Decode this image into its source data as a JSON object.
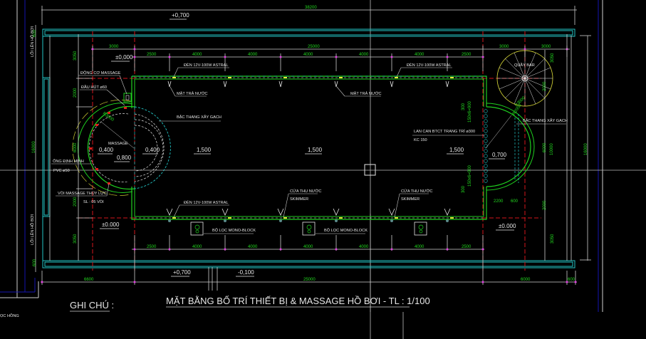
{
  "drawing": {
    "title": "MẶT BẰNG BỐ TRÍ THIẾT BỊ & MASSAGE HỒ BƠI - TL : 1/100",
    "notes_label": "GHI CHÚ :",
    "legend_fragment": "ỌC HỒNG",
    "colors": {
      "background": "#000000",
      "dimension_text": "#22d81f",
      "label_text": "#e6e6e6",
      "wall": "#22c3c3",
      "pool_edge": "#1fd01f",
      "axis": "#d4161b",
      "dim_tick": "#e040e0",
      "bar_circle": "#c8c832",
      "frame_blue": "#1010a0"
    }
  },
  "dimensions": {
    "overall_top": "38200",
    "overall_bottom": "25000",
    "pool_length": "25000",
    "top_row": [
      "3000",
      "2500",
      "4000",
      "4000",
      "4000",
      "4000",
      "4000",
      "2500",
      "3000",
      "3000"
    ],
    "bottom_row": [
      "2500",
      "4000",
      "4000",
      "4000",
      "4000",
      "4000",
      "2500"
    ],
    "bottom_outer": [
      "6600",
      "25000",
      "6000",
      "600"
    ],
    "left_vertical": [
      "600",
      "3050",
      "2000",
      "6000",
      "2000",
      "3050",
      "600"
    ],
    "left_overall": "16000",
    "right_vertical": [
      "3050",
      "2000",
      "6000",
      "2000",
      "3050"
    ],
    "right_overall_1": "10000",
    "right_overall_2": "16000",
    "small_right": [
      "300",
      "150x6=900",
      "2200",
      "300",
      "600"
    ],
    "massage_radius": "R3000",
    "stair_radius": "R3000",
    "bar_radius": "R2000"
  },
  "levels": {
    "top_left": "±0,000",
    "top_deck": "+0,700",
    "massage_1": "0,400",
    "massage_2": "0,400",
    "massage_3": "0,800",
    "pool_1": "1,500",
    "pool_2": "1,500",
    "pool_3": "1,500",
    "stair_right": "0,700",
    "bottom_left": "±0.000",
    "bottom_right": "±0.000",
    "bottom_deck_1": "+0,700",
    "bottom_deck_2": "-0,100"
  },
  "labels": {
    "stairs_up_top": "LỐI LÊN HỒ BƠI",
    "stairs_up_bottom": "LỐI LÊN HỒ BƠI",
    "massage_motor": "ĐỘNG CƠ MASSAGE",
    "suction_head": "ĐẦU HÚT ø60",
    "light_1": "ĐÈN 12V-100W ASTRAL",
    "light_2": "ĐÈN 12V-100W ASTRAL",
    "light_3": "ĐÈN 12V-100W ASTRAL",
    "return_1": "MẶT TRẢ NƯỚC",
    "return_2": "MẶT TRẢ NƯỚC",
    "stair_brick_1": "BẬC THANG XÂY GẠCH",
    "stair_brick_2": "BẬC THANG XÂY GẠCH",
    "massage": "MASSAGE",
    "pipe": "ỐNG ĐỊNH MỊNH",
    "pipe_sub": "PVC ø50",
    "hydro_nozzle": "VÒI MASSAGE THỦY LỰC",
    "hydro_count": "SL : 05 VÒI",
    "railing": "LAN CAN BTCT TRANG TRÍ ø300",
    "railing_sub": "KC 150",
    "skimmer_1": "CỬA THU NƯỚC",
    "skimmer_1_sub": "SKIMMER",
    "skimmer_2": "CỬA THU NƯỚC",
    "skimmer_2_sub": "SKIMMER",
    "filter_1": "BỘ LỌC MONO-BLOCK",
    "filter_2": "BỘ LỌC MONO-BLOCK",
    "bar": "QUẦY BAR"
  }
}
